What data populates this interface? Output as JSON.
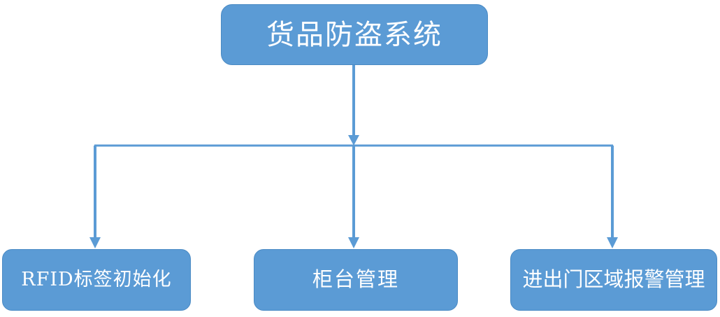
{
  "diagram": {
    "type": "org-tree",
    "background_color": "#ffffff",
    "node_fill_color": "#5b9bd5",
    "node_border_color": "#4a8ac4",
    "node_text_color": "#ffffff",
    "connector_color": "#5b9bd5",
    "root": {
      "label": "货品防盗系统"
    },
    "children": [
      {
        "label": "RFID标签初始化"
      },
      {
        "label": "柜台管理"
      },
      {
        "label": "进出门区域报警管理"
      }
    ]
  }
}
